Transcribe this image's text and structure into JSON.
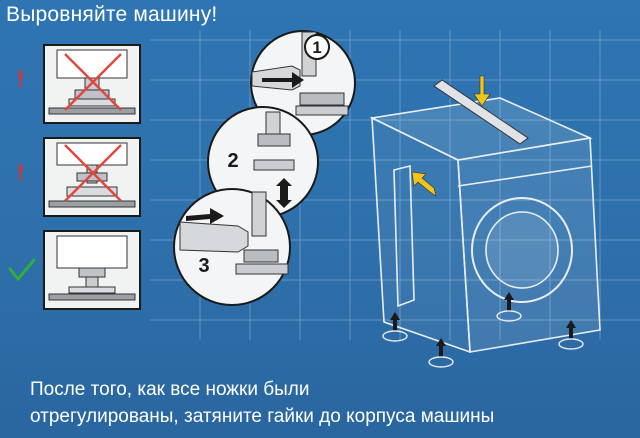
{
  "title": "Выровняйте машину!",
  "markers": {
    "warning": "!",
    "step_numbers": [
      "1",
      "2",
      "3"
    ]
  },
  "caption": {
    "line1": "После того, как все ножки были",
    "line2": "отрегулированы, затяните гайки до корпуса машины"
  },
  "colors": {
    "background": "#2e70ab",
    "warning": "#e3312a",
    "check": "#2fae3a",
    "cross": "#e0483f",
    "arrow": "#1a1a1a"
  },
  "icons": [
    "warning-icon",
    "cross-icon",
    "check-icon",
    "wrench-icon",
    "arrow-icon",
    "spirit-level-icon"
  ]
}
